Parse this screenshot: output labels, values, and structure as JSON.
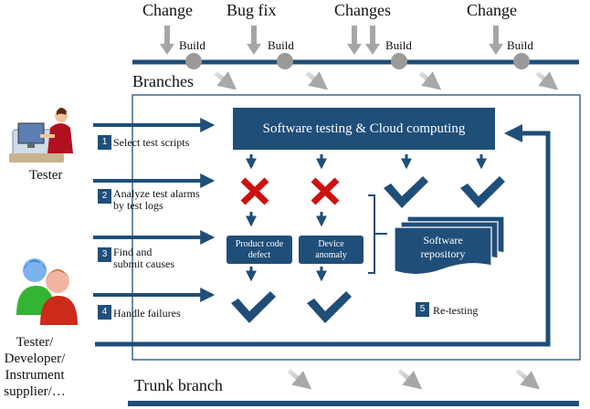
{
  "top_labels": {
    "change_1": "Change",
    "bug_fix": "Bug fix",
    "changes": "Changes",
    "change_2": "Change"
  },
  "build_label": "Build",
  "branches_label": "Branches",
  "trunk_label": "Trunk branch",
  "actors": {
    "tester": "Tester",
    "team": [
      "Tester/",
      "Developer/",
      "Instrument",
      "supplier/…"
    ]
  },
  "cloud_box": "Software testing & Cloud computing",
  "steps": [
    {
      "num": "1",
      "lines": [
        "Select test scripts"
      ]
    },
    {
      "num": "2",
      "lines": [
        "Analyze test alarms",
        "by test logs"
      ]
    },
    {
      "num": "3",
      "lines": [
        "Find and",
        "submit causes"
      ]
    },
    {
      "num": "4",
      "lines": [
        "Handle failures"
      ]
    },
    {
      "num": "5",
      "lines": [
        "Re-testing"
      ]
    }
  ],
  "boxes": {
    "product_defect": [
      "Product code",
      "defect"
    ],
    "device_anomaly": [
      "Device",
      "anomaly"
    ],
    "repository": [
      "Software",
      "repository"
    ]
  },
  "colors": {
    "primary": "#1f4e79",
    "fail": "#cc1111",
    "grey_arrow": "#b0b0b0",
    "grey_build": "#9a9a9a"
  }
}
